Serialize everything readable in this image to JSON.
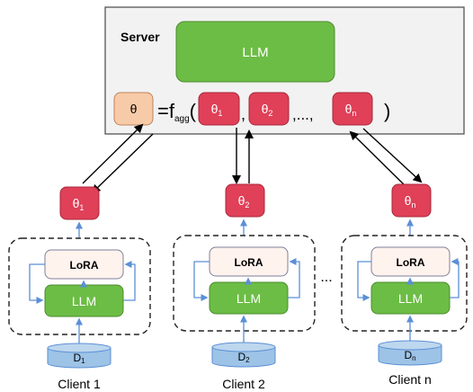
{
  "server": {
    "label": "Server",
    "llm_label": "LLM",
    "theta_label": "θ",
    "equals_f": "=f",
    "agg_sub": "agg",
    "open_paren": "(",
    "comma": ",",
    "ellipsis": ",...,",
    "close_paren": ")",
    "param_labels": [
      {
        "base": "θ",
        "sub": "1"
      },
      {
        "base": "θ",
        "sub": "2"
      },
      {
        "base": "θ",
        "sub": "n"
      }
    ]
  },
  "clients": [
    {
      "name": "Client 1",
      "param": {
        "base": "θ",
        "sub": "1"
      },
      "lora_label": "LoRA",
      "llm_label": "LLM",
      "data": {
        "base": "D",
        "sub": "1"
      }
    },
    {
      "name": "Client 2",
      "param": {
        "base": "θ",
        "sub": "2"
      },
      "lora_label": "LoRA",
      "llm_label": "LLM",
      "data": {
        "base": "D",
        "sub": "2"
      }
    },
    {
      "name": "Client n",
      "param": {
        "base": "θ",
        "sub": "n"
      },
      "lora_label": "LoRA",
      "llm_label": "LLM",
      "data": {
        "base": "D",
        "sub": "n"
      }
    }
  ],
  "between_clients": "...",
  "colors": {
    "server_bg": "#f2f2f2",
    "llm_green": "#6cbd45",
    "param_red": "#e04058",
    "theta_orange": "#f8cba8",
    "lora_fill": "#fff3ee",
    "data_blue": "#9dc3e6",
    "arrow_blue": "#5b8fd6"
  }
}
